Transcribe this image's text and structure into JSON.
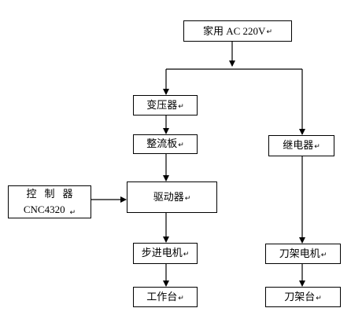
{
  "diagram": {
    "top": {
      "label": "家用 AC 220V",
      "mark": "↵"
    },
    "left_column": [
      {
        "label": "变压器",
        "mark": "↵"
      },
      {
        "label": "整流板",
        "mark": "↵"
      },
      {
        "label": "驱动器",
        "mark": "↵"
      },
      {
        "label": "步进电机",
        "mark": "↵"
      },
      {
        "label": "工作台",
        "mark": "↵"
      }
    ],
    "right_column": [
      {
        "label": "继电器",
        "mark": "↵"
      },
      {
        "label": "刀架电机",
        "mark": "↵"
      },
      {
        "label": "刀架台",
        "mark": "↵"
      }
    ],
    "controller": {
      "line1": "控制器",
      "line2": "CNC4320",
      "mark": "↵"
    }
  }
}
